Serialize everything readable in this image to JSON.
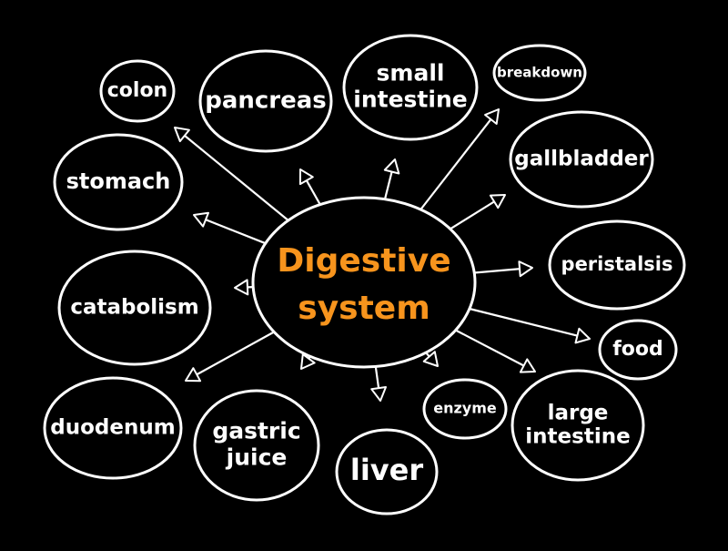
{
  "center": {
    "line1": "Digestive",
    "line2": "system",
    "color": "#f7941d"
  },
  "nodes": [
    {
      "id": "colon",
      "lines": [
        "colon"
      ]
    },
    {
      "id": "pancreas",
      "lines": [
        "pancreas"
      ]
    },
    {
      "id": "small-intestine",
      "lines": [
        "small",
        "intestine"
      ]
    },
    {
      "id": "breakdown",
      "lines": [
        "breakdown"
      ]
    },
    {
      "id": "gallbladder",
      "lines": [
        "gallbladder"
      ]
    },
    {
      "id": "stomach",
      "lines": [
        "stomach"
      ]
    },
    {
      "id": "peristalsis",
      "lines": [
        "peristalsis"
      ]
    },
    {
      "id": "catabolism",
      "lines": [
        "catabolism"
      ]
    },
    {
      "id": "food",
      "lines": [
        "food"
      ]
    },
    {
      "id": "duodenum",
      "lines": [
        "duodenum"
      ]
    },
    {
      "id": "gastric-juice",
      "lines": [
        "gastric",
        "juice"
      ]
    },
    {
      "id": "liver",
      "lines": [
        "liver"
      ]
    },
    {
      "id": "enzyme",
      "lines": [
        "enzyme"
      ]
    },
    {
      "id": "large-intestine",
      "lines": [
        "large",
        "intestine"
      ]
    }
  ],
  "colors": {
    "background": "#000000",
    "stroke": "#ffffff",
    "accent": "#f7941d"
  }
}
